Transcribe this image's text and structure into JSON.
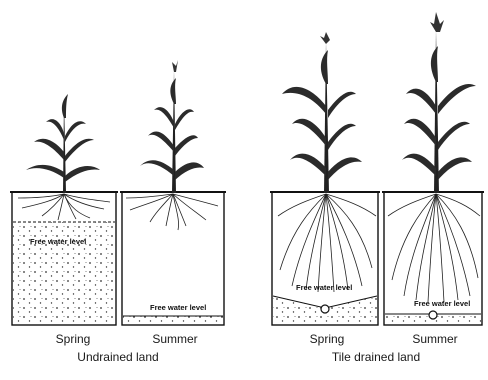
{
  "panels": [
    {
      "season": "Spring",
      "water_label": "Free water level"
    },
    {
      "season": "Summer",
      "water_label": "Free water level"
    },
    {
      "season": "Spring",
      "water_label": "Free water level"
    },
    {
      "season": "Summer",
      "water_label": "Free water level"
    }
  ],
  "groups": [
    {
      "label": "Undrained land"
    },
    {
      "label": "Tile drained land"
    }
  ]
}
